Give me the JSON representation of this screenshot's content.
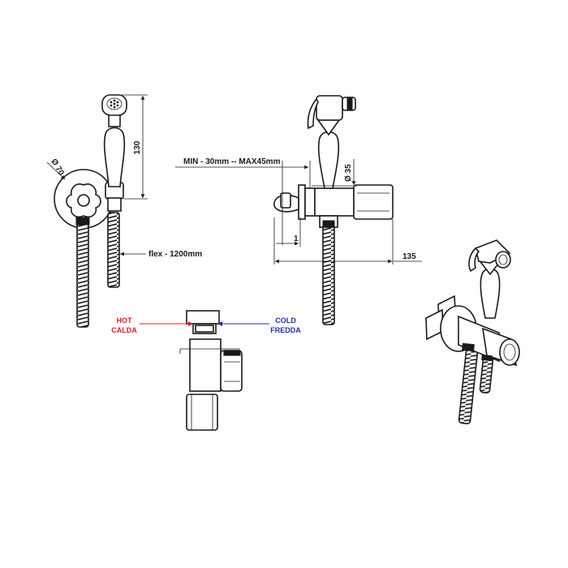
{
  "dimensions": {
    "diameter_70": "Ø 70",
    "height_130": "130",
    "flex": "flex - 1200mm",
    "wall_range": "MIN - 30mm -- MAX45mm",
    "diameter_35": "Ø 35",
    "dim_1": "1",
    "depth_135": "135"
  },
  "labels": {
    "hot_line1": "HOT",
    "hot_line2": "CALDA",
    "cold_line1": "COLD",
    "cold_line2": "FREDDA"
  },
  "colors": {
    "hot": "#d81f26",
    "cold": "#1f2fa8",
    "line": "#1a1a1a"
  }
}
